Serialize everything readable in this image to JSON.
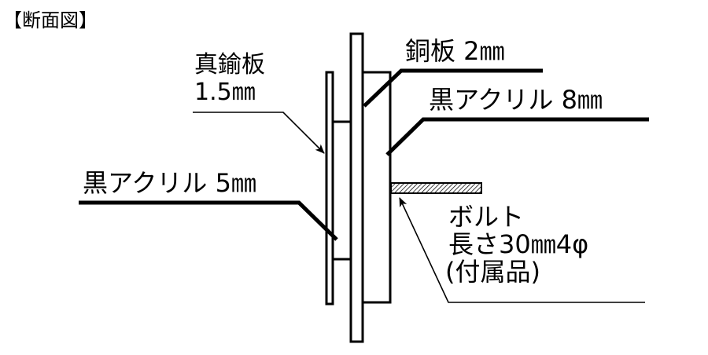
{
  "title": "【断面図】",
  "labels": {
    "brass_name": "真鍮板",
    "brass_thickness": "1.5㎜",
    "copper": "銅板 2㎜",
    "acrylic_8": "黒アクリル 8㎜",
    "acrylic_5": "黒アクリル 5㎜",
    "bolt_line1": "ボルト",
    "bolt_line2": "長さ30㎜4φ",
    "bolt_line3": "(付属品)"
  }
}
